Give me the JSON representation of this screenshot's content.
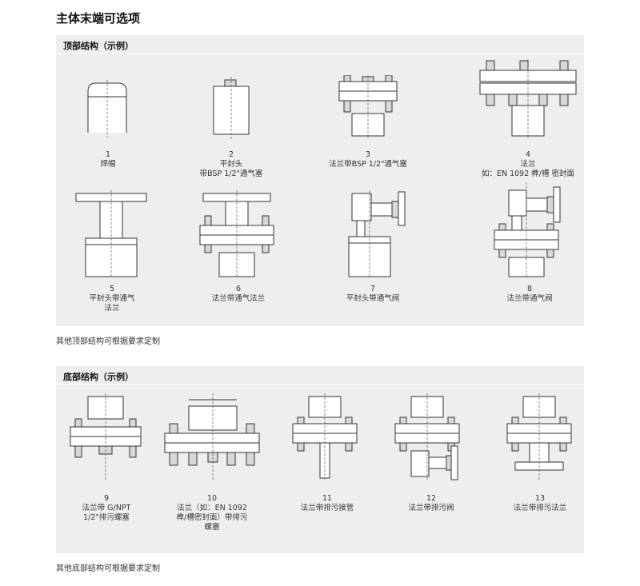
{
  "page": {
    "title": "主体末端可选项"
  },
  "top_section": {
    "title": "顶部结构（示例）",
    "note": "其他顶部结构可根据要求定制",
    "items": [
      {
        "number": "1",
        "caption": [
          "焊帽"
        ]
      },
      {
        "number": "2",
        "caption": [
          "平封头",
          "带BSP 1/2\"通气塞"
        ]
      },
      {
        "number": "3",
        "caption": [
          "法兰带BSP 1/2\"通气塞"
        ]
      },
      {
        "number": "4",
        "caption": [
          "法兰",
          "如：EN 1092 榫/槽 密封面"
        ]
      },
      {
        "number": "5",
        "caption": [
          "平封头带通气",
          "法兰"
        ]
      },
      {
        "number": "6",
        "caption": [
          "法兰带通气法兰"
        ]
      },
      {
        "number": "7",
        "caption": [
          "平封头带通气阀"
        ]
      },
      {
        "number": "8",
        "caption": [
          "法兰带通气阀"
        ]
      }
    ]
  },
  "bottom_section": {
    "title": "底部结构（示例）",
    "note": "其他底部结构可根据要求定制",
    "items": [
      {
        "number": "9",
        "caption": [
          "法兰带 G/NPT",
          "1/2\"排污螺塞"
        ]
      },
      {
        "number": "10",
        "caption": [
          "法兰（如：EN 1092",
          "榫/槽密封面）带排污",
          "螺塞"
        ]
      },
      {
        "number": "11",
        "caption": [
          "法兰带排污接管"
        ]
      },
      {
        "number": "12",
        "caption": [
          "法兰带排污阀"
        ]
      },
      {
        "number": "13",
        "caption": [
          "法兰带排污法兰"
        ]
      }
    ]
  }
}
